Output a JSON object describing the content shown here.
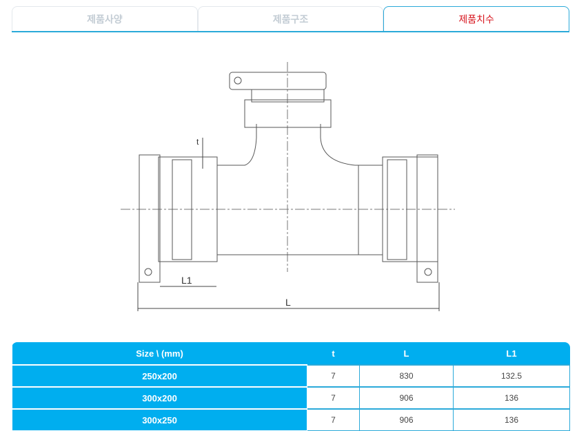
{
  "tabs": [
    {
      "label": "제품사양"
    },
    {
      "label": "제품구조"
    },
    {
      "label": "제품치수",
      "active": true
    }
  ],
  "drawing": {
    "labels": {
      "t": "t",
      "L1": "L1",
      "L": "L"
    }
  },
  "table": {
    "headers": [
      "Size  \\  (mm)",
      "t",
      "L",
      "L1"
    ],
    "rows": [
      {
        "size": "250x200",
        "t": "7",
        "L": "830",
        "L1": "132.5"
      },
      {
        "size": "300x200",
        "t": "7",
        "L": "906",
        "L1": "136"
      },
      {
        "size": "300x250",
        "t": "7",
        "L": "906",
        "L1": "136"
      }
    ]
  },
  "colors": {
    "accent": "#00aeef",
    "active_tab": "#d7141d"
  }
}
